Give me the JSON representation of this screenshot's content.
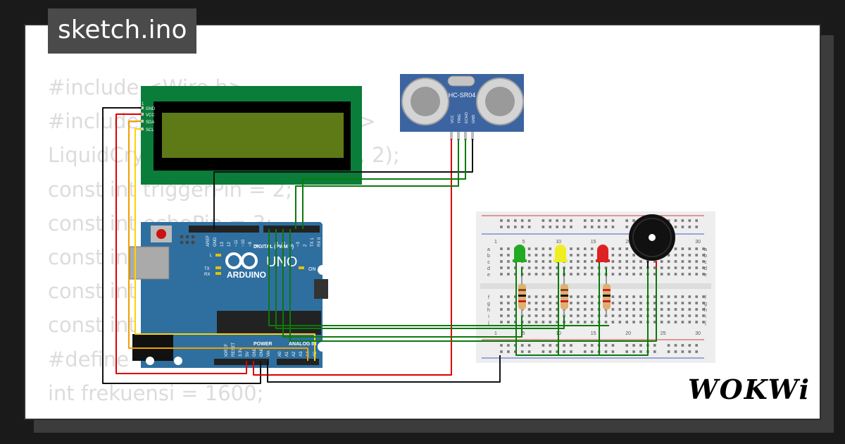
{
  "title": "sketch.ino",
  "code_lines": [
    "#include <Wire.h>",
    "#include <LiquidCrystal_I2C.h>",
    "LiquidCrystal_I2C lcd(0x27, 16, 2);",
    "const int triggerPin = 2;",
    "const int echoPin = 3;",
    "const int",
    "const int",
    "const int",
    "#define",
    "int frekuensi = 1600;"
  ],
  "logo": "WOKWi",
  "lcd": {
    "pins": [
      "GND",
      "VCC",
      "SDA",
      "SCL"
    ],
    "pin1": "1"
  },
  "ultrasonic": {
    "label": "HC-SR04",
    "pins": [
      "VCC",
      "TRIG",
      "ECHO",
      "GND"
    ]
  },
  "arduino": {
    "brand": "ARDUINO",
    "model": "UNO",
    "on_label": "ON",
    "digital_label": "DIGITAL (PWM ~)",
    "power_label": "POWER",
    "analog_label": "ANALOG IN",
    "top_pins": [
      "AREF",
      "GND",
      "13",
      "12",
      "~11",
      "~10",
      "~9",
      "8",
      "7",
      "~6",
      "~5",
      "4",
      "~3",
      "2",
      "TX 1",
      "RX 0"
    ],
    "bottom_pins": [
      "IOREF",
      "RESET",
      "3.3V",
      "5V",
      "GND",
      "GND",
      "Vin",
      "A0",
      "A1",
      "A2",
      "A3",
      "A4",
      "A5"
    ],
    "leds": [
      "L",
      "TX",
      "RX"
    ]
  },
  "breadboard": {
    "col_numbers": [
      "1",
      "5",
      "10",
      "15",
      "20",
      "25",
      "30"
    ],
    "rows_top": [
      "a",
      "b",
      "c",
      "d",
      "e"
    ],
    "rows_bottom": [
      "f",
      "g",
      "h",
      "i",
      "j"
    ]
  },
  "colors": {
    "wire_red": "#dd0000",
    "wire_black": "#111111",
    "wire_green": "#0a7a0a",
    "wire_yellow": "#ffd400",
    "wire_orange": "#f0a000",
    "lcd_board": "#0b7d3a",
    "lcd_screen": "#5e7a16",
    "sensor_board": "#3c64a0",
    "arduino_board": "#2f6fa0",
    "breadboard": "#eeeeee",
    "led_green": "#22aa22",
    "led_yellow": "#eeee22",
    "led_red": "#dd2222"
  }
}
